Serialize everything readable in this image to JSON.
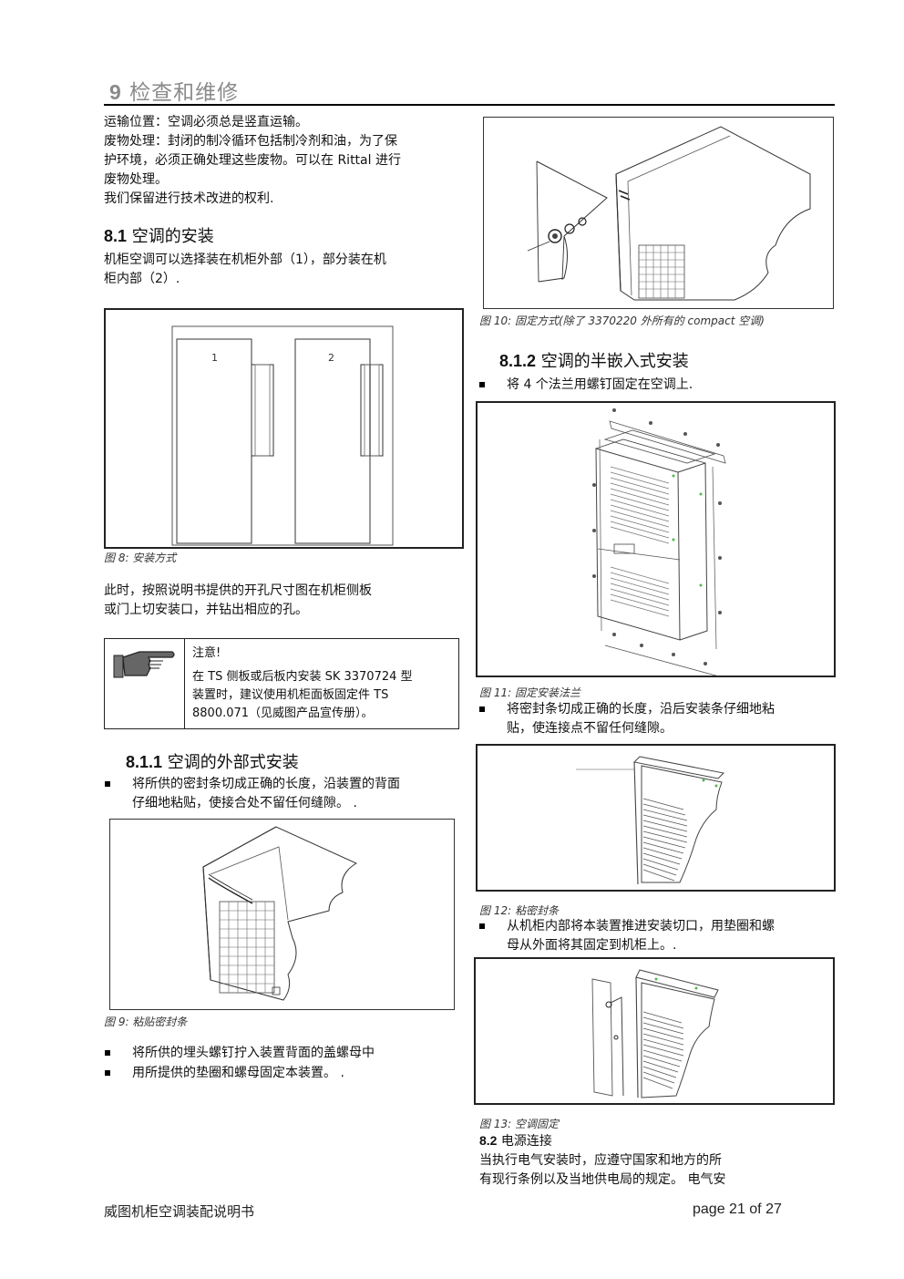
{
  "header": {
    "chapter_num": "9",
    "chapter_title": "检查和维修"
  },
  "left": {
    "intro_lines": [
      "运输位置：空调必须总是竖直运输。",
      "废物处理：封闭的制冷循环包括制冷剂和油，为了保",
      "护环境，必须正确处理这些废物。可以在 Rittal 进行",
      "废物处理。",
      "我们保留进行技术改进的权利."
    ],
    "s81": {
      "num": "8.1",
      "title": "空调的安装",
      "body_lines": [
        "机柜空调可以选择装在机柜外部（1），部分装在机",
        "柜内部（2）."
      ]
    },
    "fig8": {
      "label1": "1",
      "label2": "2",
      "caption": "图 8: 安装方式"
    },
    "cut_lines": [
      "此时，按照说明书提供的开孔尺寸图在机柜侧板",
      "或门上切安装口，并钻出相应的孔。"
    ],
    "note": {
      "title": "注意!",
      "lines": [
        "在 TS 侧板或后板内安装 SK 3370724 型",
        "装置时，建议使用机柜面板固定件 TS",
        "8800.071（见威图产品宣传册）。"
      ]
    },
    "s811": {
      "num": "8.1.1",
      "title": "空调的外部式安装",
      "bullet_lines": [
        "将所供的密封条切成正确的长度，沿装置的背面",
        "仔细地粘贴，使接合处不留任何缝隙。 ."
      ]
    },
    "fig9": {
      "caption": "图 9: 粘贴密封条"
    },
    "bullets_after": [
      "将所供的埋头螺钉拧入装置背面的盖螺母中",
      "用所提供的垫圈和螺母固定本装置。 ."
    ]
  },
  "right": {
    "fig10": {
      "caption": "图 10: 固定方式(除了 3370220 外所有的 compact 空调)"
    },
    "s812": {
      "num": "8.1.2",
      "title": "空调的半嵌入式安装",
      "bullet": "将 4 个法兰用螺钉固定在空调上."
    },
    "fig11": {
      "caption": "图 11: 固定安装法兰"
    },
    "bullet2_lines": [
      "将密封条切成正确的长度，沿后安装条仔细地粘",
      "贴，使连接点不留任何缝隙。"
    ],
    "fig12": {
      "caption": "图 12: 粘密封条"
    },
    "bullet3_lines": [
      "从机柜内部将本装置推进安装切口，用垫圈和螺",
      "母从外面将其固定到机柜上。."
    ],
    "fig13": {
      "caption": "图 13: 空调固定"
    },
    "s82": {
      "num": "8.2",
      "title": "电源连接",
      "body_lines": [
        "当执行电气安装时，应遵守国家和地方的所",
        "有现行条例以及当地供电局的规定。 电气安"
      ]
    }
  },
  "footer": {
    "left": "威图机柜空调装配说明书",
    "page": "page 21 of 27"
  }
}
